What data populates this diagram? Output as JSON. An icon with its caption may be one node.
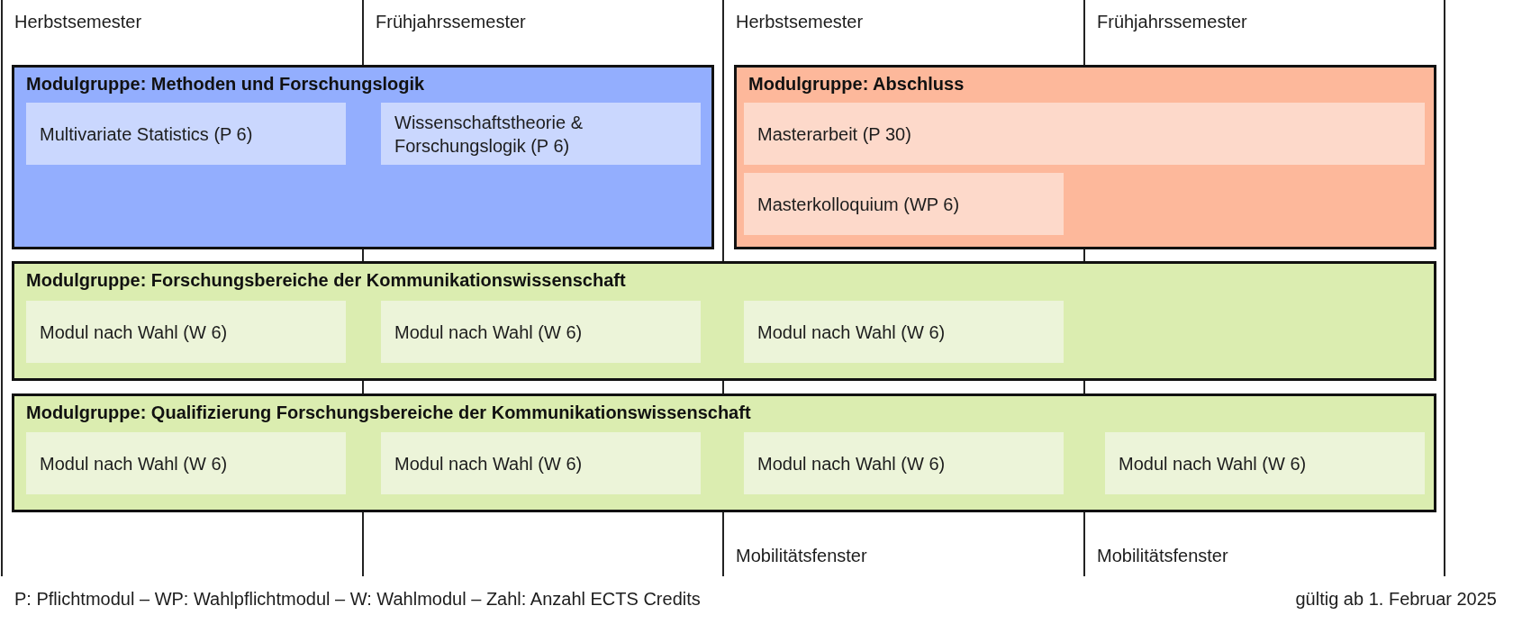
{
  "diagram": {
    "nodes": [
      {
        "text": [
          "Modulgruppe: Methoden und Forschungslogik"
        ]
      },
      {
        "text": [
          "Multivariate Statistics (P 6)"
        ],
        "in": 0
      },
      {
        "text": [
          "Wissenschaftstheorie & Forschungslogik (P 6)"
        ],
        "in": 0
      },
      {
        "text": [
          "Modulgruppe: Abschluss"
        ]
      },
      {
        "text": [
          "Masterarbeit (P 30)"
        ],
        "in": 3
      },
      {
        "text": [
          "Masterkolloquium (WP 6)"
        ],
        "in": 3
      },
      {
        "text": [
          "Modulgruppe: Forschungsbereiche der Kommunikationswissenschaft"
        ]
      },
      {
        "text": [
          "Modul nach Wahl (W 6)"
        ],
        "in": 6
      },
      {
        "text": [
          "Modul nach Wahl (W 6)"
        ],
        "in": 6
      },
      {
        "text": [
          "Modul nach Wahl (W 6)"
        ],
        "in": 6
      },
      {
        "text": [
          "Modulgruppe: Qualifizierung Forschungsbereiche der Kommunikationswissenschaft"
        ]
      },
      {
        "text": [
          "Modul nach Wahl (W 6)"
        ],
        "in": 10
      },
      {
        "text": [
          "Modul nach Wahl (W 6)"
        ],
        "in": 10
      },
      {
        "text": [
          "Modul nach Wahl (W 6)"
        ],
        "in": 10
      },
      {
        "text": [
          "Modul nach Wahl (W 6)"
        ],
        "in": 10
      }
    ],
    "labels": [
      "Herbstsemester",
      "Frühjahrssemester",
      "Herbstsemester",
      "Frühjahrssemester",
      "Mobilitätsfenster",
      "Mobilitätsfenster",
      "P: Pflichtmodul – WP: Wahlpflichtmodul – W: Wahlmodul – Zahl: Anzahl ECTS Credits",
      "gültig ab 1. Februar 2025"
    ]
  }
}
